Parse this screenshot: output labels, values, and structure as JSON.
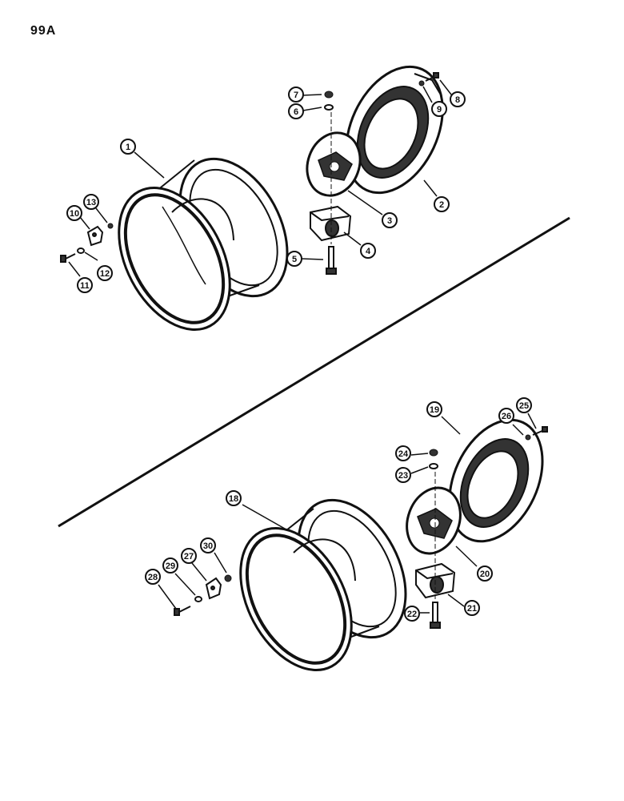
{
  "page_label": "99A",
  "colors": {
    "ink": "#111111",
    "paper": "#ffffff",
    "shade": "#333333"
  },
  "callouts": [
    "1",
    "2",
    "3",
    "4",
    "5",
    "6",
    "7",
    "8",
    "9",
    "10",
    "11",
    "12",
    "13",
    "18",
    "19",
    "20",
    "21",
    "22",
    "23",
    "24",
    "25",
    "26",
    "27",
    "28",
    "29",
    "30"
  ]
}
